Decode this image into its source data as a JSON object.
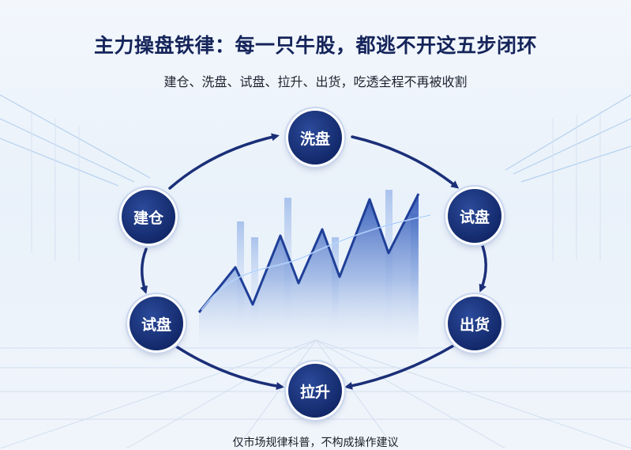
{
  "header": {
    "title": "主力操盘铁律：每一只牛股，都逃不开这五步闭环",
    "subtitle": "建仓、洗盘、试盘、拉升、出货，吃透全程不再被收割"
  },
  "cycle": {
    "nodes": [
      {
        "id": "node-washout",
        "label": "洗盘"
      },
      {
        "id": "node-test-right",
        "label": "试盘"
      },
      {
        "id": "node-distribution",
        "label": "出货"
      },
      {
        "id": "node-markup",
        "label": "拉升"
      },
      {
        "id": "node-test-left",
        "label": "试盘"
      },
      {
        "id": "node-accumulation",
        "label": "建仓"
      }
    ]
  },
  "footer": {
    "disclaimer": "仅市场规律科普，不构成操作建议"
  },
  "colors": {
    "node_fill": "#13296b",
    "arrow": "#1b2f78",
    "chart_fill": "#2f57b8",
    "title": "#15245a"
  }
}
